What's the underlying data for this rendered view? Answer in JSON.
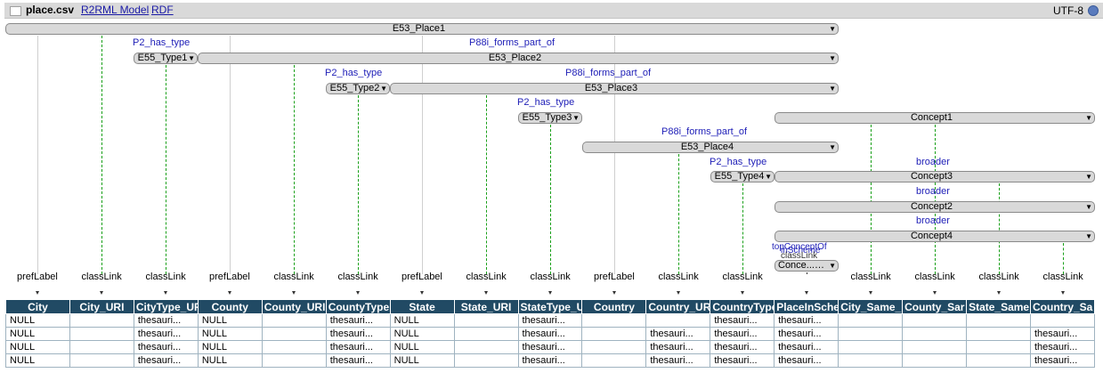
{
  "header": {
    "filename": "place.csv",
    "links": [
      "R2RML Model",
      "RDF"
    ],
    "encoding": "UTF-8"
  },
  "nodes": {
    "e53_place1": "E53_Place1",
    "e55_type1": "E55_Type1",
    "e53_place2": "E53_Place2",
    "e55_type2": "E55_Type2",
    "e53_place3": "E53_Place3",
    "e55_type3": "E55_Type3",
    "concept1": "Concept1",
    "e53_place4": "E53_Place4",
    "e55_type4": "E55_Type4",
    "concept3": "Concept3",
    "concept2": "Concept2",
    "concept4": "Concept4",
    "concept_scheme": "Conce...heme1"
  },
  "edges": {
    "p2_has_type_1": "P2_has_type",
    "p88i_1": "P88i_forms_part_of",
    "p2_has_type_2": "P2_has_type",
    "p88i_2": "P88i_forms_part_of",
    "p2_has_type_3": "P2_has_type",
    "p88i_3": "P88i_forms_part_of",
    "p2_has_type_4": "P2_has_type",
    "broader_1": "broader",
    "broader_2": "broader",
    "broader_3": "broader",
    "top_concept_of": "topConceptOf",
    "in_scheme": "inScheme",
    "class_link_scheme": "classLink"
  },
  "column_mappings": [
    "prefLabel",
    "classLink",
    "classLink",
    "prefLabel",
    "classLink",
    "classLink",
    "prefLabel",
    "classLink",
    "classLink",
    "prefLabel",
    "classLink",
    "classLink",
    "",
    "classLink",
    "classLink",
    "classLink",
    "classLink"
  ],
  "table": {
    "columns": [
      "City",
      "City_URI",
      "CityType_UR",
      "County",
      "County_URI",
      "CountyType",
      "State",
      "State_URI",
      "StateType_U",
      "Country",
      "Country_UR",
      "CountryType",
      "PlaceInSche",
      "City_Same_",
      "County_Sar",
      "State_Same",
      "Country_Sa"
    ],
    "rows": [
      [
        "NULL",
        "",
        "thesauri...",
        "NULL",
        "",
        "thesauri...",
        "NULL",
        "",
        "thesauri...",
        "",
        "",
        "thesauri...",
        "thesauri...",
        "",
        "",
        "",
        ""
      ],
      [
        "NULL",
        "",
        "thesauri...",
        "NULL",
        "",
        "thesauri...",
        "NULL",
        "",
        "thesauri...",
        "",
        "thesauri...",
        "thesauri...",
        "thesauri...",
        "",
        "",
        "",
        "thesauri..."
      ],
      [
        "NULL",
        "",
        "thesauri...",
        "NULL",
        "",
        "thesauri...",
        "NULL",
        "",
        "thesauri...",
        "",
        "thesauri...",
        "thesauri...",
        "thesauri...",
        "",
        "",
        "",
        "thesauri..."
      ],
      [
        "NULL",
        "",
        "thesauri...",
        "NULL",
        "",
        "thesauri...",
        "NULL",
        "",
        "thesauri...",
        "",
        "thesauri...",
        "thesauri...",
        "thesauri...",
        "",
        "",
        "",
        "thesauri..."
      ]
    ]
  },
  "colors": {
    "header_bg": "#214a64",
    "link_blue": "#2121b8",
    "classlink_green": "#1aa01a",
    "node_bg": "#d9d9d9"
  }
}
